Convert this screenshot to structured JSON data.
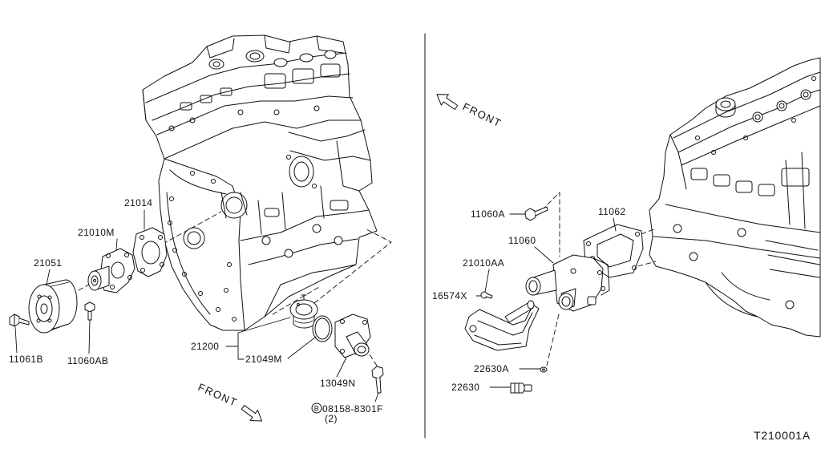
{
  "colors": {
    "line": "#111111",
    "background": "#ffffff"
  },
  "left_view": {
    "front_label": "FRONT",
    "labels": {
      "l21014": "21014",
      "l21010M": "21010M",
      "l21051": "21051",
      "l11061B": "11061B",
      "l11060AB": "11060AB",
      "l21200": "21200",
      "l21049M": "21049M",
      "l13049N": "13049N",
      "bolt_marker": "B",
      "l08158": "08158-8301F",
      "l08158_qty": "(2)"
    }
  },
  "right_view": {
    "front_label": "FRONT",
    "labels": {
      "l11060A": "11060A",
      "l11062": "11062",
      "l11060": "11060",
      "l21010AA": "21010AA",
      "l16574X": "16574X",
      "l22630A": "22630A",
      "l22630": "22630"
    }
  },
  "figure_code": "T210001A"
}
